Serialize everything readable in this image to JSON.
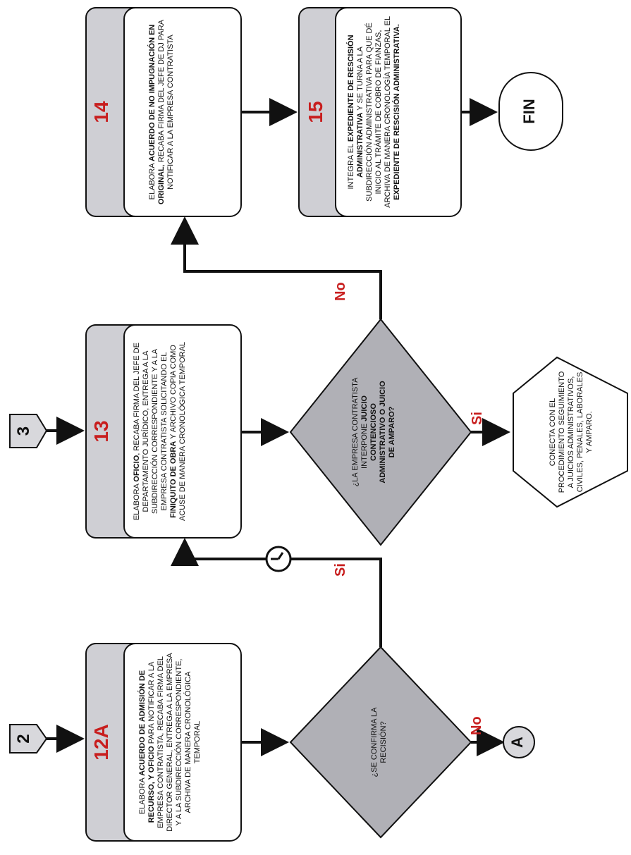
{
  "connectors": {
    "two": "2",
    "three": "3",
    "a": "A"
  },
  "steps": {
    "s12a": {
      "number": "12A",
      "text_parts": [
        {
          "t": "ELABORA ",
          "b": false
        },
        {
          "t": "ACUERDO DE ADMISIÓN DE RECURSO, Y OFICIO",
          "b": true
        },
        {
          "t": " PARA NOTIFICAR A LA EMPRESA CONTRATISTA, RECABA FIRMA DEL DIRECTOR GENERAL, ENTREGA A LA EMPRESA Y A LA SUBDIRECCIÓN CORRESPONDIENTE, ARCHIVA DE MANERA CRONOLÓGICA TEMPORAL",
          "b": false
        }
      ]
    },
    "s13": {
      "number": "13",
      "text_parts": [
        {
          "t": "ELABORA ",
          "b": false
        },
        {
          "t": "OFICIO",
          "b": true
        },
        {
          "t": ", RECABA FIRMA DEL JEFE DE DEPARTAMENTO JURÍDICO, ENTREGA A LA SUBDIRECCIÓN CORRESPONDIENTE Y A LA EMPRESA CONTRATISTA SOLICITANDO EL ",
          "b": false
        },
        {
          "t": "FINIQUITO DE OBRA",
          "b": true
        },
        {
          "t": " Y ARCHIVO COPIA COMO ACUSE DE MANERA CRONOLÓGICA TEMPORAL",
          "b": false
        }
      ]
    },
    "s14": {
      "number": "14",
      "text_parts": [
        {
          "t": "ELABORA ",
          "b": false
        },
        {
          "t": "ACUERDO DE NO IMPUGNACIÓN EN ORIGINAL",
          "b": true
        },
        {
          "t": ", RECABA FIRMA DEL JEFE DE DJ PARA NOTIFICAR A LA EMPRESA CONTRATISTA",
          "b": false
        }
      ]
    },
    "s15": {
      "number": "15",
      "text_parts": [
        {
          "t": "INTEGRA EL ",
          "b": false
        },
        {
          "t": "EXPEDIENTE DE RESCISIÓN ADMINISTRATIVA",
          "b": true
        },
        {
          "t": " Y SE TURNA A LA SUBDIRECCIÓN ADMINISTRATIVA PARA QUE DÉ INICIO AL TRÁMITE DE COBRO DE FIANZAS, ARCHIVA DE MANERA CRONOLOGÍA TEMPORAL EL ",
          "b": false
        },
        {
          "t": "EXPEDIENTE DE RESCISIÓN ADMINISTRATIVA.",
          "b": true
        }
      ]
    }
  },
  "decisions": {
    "d1": {
      "text_parts": [
        {
          "t": "¿SE CONFIRMA LA RECISIÓN?",
          "b": false
        }
      ],
      "yes": "Si",
      "no": "No"
    },
    "d2": {
      "text_parts": [
        {
          "t": "¿LA EMPRESA CONTRATISTA INTERPONE ",
          "b": false
        },
        {
          "t": "JUICIO CONTENCIOSO ADMINISTRATIVO O JUICIO DE AMPARO?",
          "b": true
        }
      ],
      "yes": "Si",
      "no": "No"
    }
  },
  "connect_box": {
    "text": "CONECTA CON EL PROCEDIMIENTO SEGUIMIENTO A JUICIOS ADMINISTRATIVOS, CIVILES, PENALES, LABORALES Y AMPARO."
  },
  "end": {
    "label": "FIN"
  },
  "clock_icon": "clock-icon",
  "colors": {
    "shadow_box": "#cfcfd4",
    "decision_fill": "#b0b0b6",
    "label_red": "#c81e1e",
    "line": "#111111"
  }
}
